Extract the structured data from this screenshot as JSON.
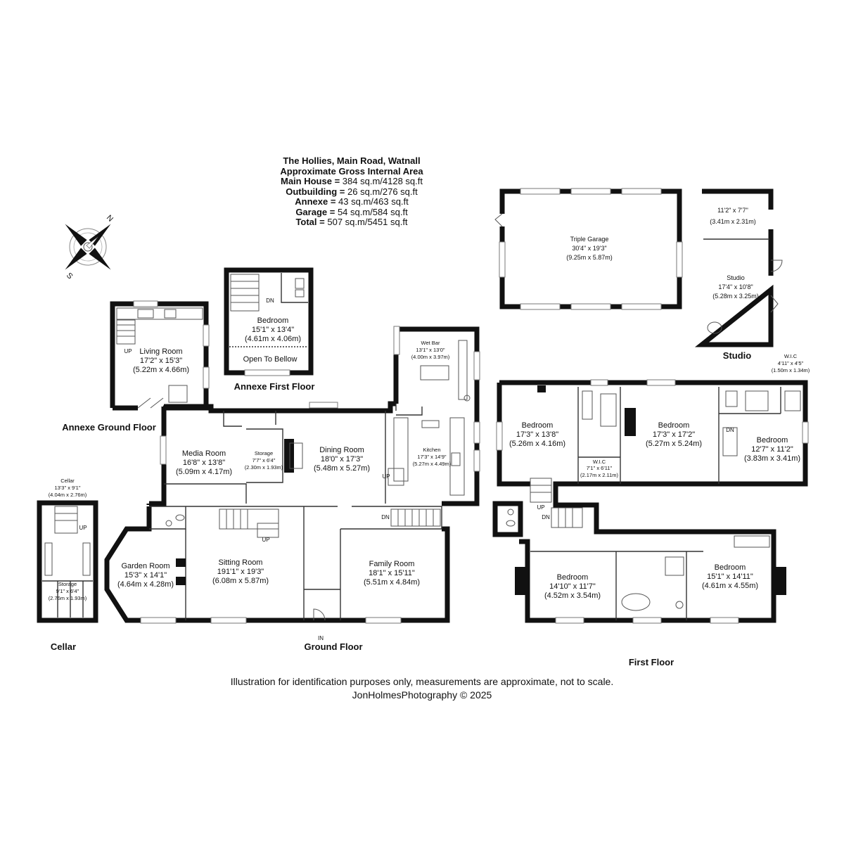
{
  "header": {
    "title": "The Hollies, Main Road, Watnall",
    "subtitle": "Approximate Gross Internal Area",
    "areas": [
      {
        "label": "Main House",
        "value": "384 sq.m/4128 sq.ft"
      },
      {
        "label": "Outbuilding",
        "value": "26 sq.m/276 sq.ft"
      },
      {
        "label": "Annexe",
        "value": "43 sq.m/463 sq.ft"
      },
      {
        "label": "Garage",
        "value": "54 sq.m/584 sq.ft"
      },
      {
        "label": "Total",
        "value": "507 sq.m/5451 sq.ft"
      }
    ]
  },
  "compass": {
    "north": "N",
    "south": "S"
  },
  "floors": {
    "annexe_ground": "Annexe Ground Floor",
    "annexe_first": "Annexe First Floor",
    "cellar": "Cellar",
    "ground": "Ground Floor",
    "first": "First Floor",
    "studio": "Studio"
  },
  "rooms": {
    "living_room": {
      "name": "Living Room",
      "imperial": "17'2\" x 15'3\"",
      "metric": "(5.22m x 4.66m)"
    },
    "annexe_bedroom": {
      "name": "Bedroom",
      "imperial": "15'1\" x 13'4\"",
      "metric": "(4.61m x 4.06m)"
    },
    "open_to_below": {
      "name": "Open To Bellow"
    },
    "media_room": {
      "name": "Media Room",
      "imperial": "16'8\" x 13'8\"",
      "metric": "(5.09m x 4.17m)"
    },
    "storage_ground": {
      "name": "Storage",
      "imperial": "7'7\" x 6'4\"",
      "metric": "(2.30m x 1.93m)"
    },
    "dining_room": {
      "name": "Dining Room",
      "imperial": "18'0\" x 17'3\"",
      "metric": "(5.48m x 5.27m)"
    },
    "wet_bar": {
      "name": "Wet Bar",
      "imperial": "13'1\" x 13'0\"",
      "metric": "(4.00m x 3.97m)"
    },
    "kitchen": {
      "name": "Kitchen",
      "imperial": "17'3\" x 14'9\"",
      "metric": "(5.27m x 4.49m)"
    },
    "garden_room": {
      "name": "Garden Room",
      "imperial": "15'3\" x 14'1\"",
      "metric": "(4.64m x 4.28m)"
    },
    "sitting_room": {
      "name": "Sitting Room",
      "imperial": "191'1\" x 19'3\"",
      "metric": "(6.08m x 5.87m)"
    },
    "family_room": {
      "name": "Family Room",
      "imperial": "18'1\" x 15'11\"",
      "metric": "(5.51m x 4.84m)"
    },
    "cellar": {
      "name": "Cellar",
      "imperial": "13'3\" x 9'1\"",
      "metric": "(4.04m x 2.76m)"
    },
    "cellar_storage": {
      "name": "Storage",
      "imperial": "9'1\" x 6'4\"",
      "metric": "(2.76m x 1.93m)"
    },
    "triple_garage": {
      "name": "Triple Garage",
      "imperial": "30'4\" x 19'3\"",
      "metric": "(9.25m x 5.87m)"
    },
    "studio_small": {
      "imperial": "11'2\" x 7'7\"",
      "metric": "(3.41m x 2.31m)"
    },
    "studio": {
      "name": "Studio",
      "imperial": "17'4\" x 10'8\"",
      "metric": "(5.28m x 3.25m)"
    },
    "first_wic_right": {
      "name": "W.I.C",
      "imperial": "4'11\" x 4'5\"",
      "metric": "(1.50m x 1.34m)"
    },
    "bedroom_1": {
      "name": "Bedroom",
      "imperial": "17'3\" x 13'8\"",
      "metric": "(5.26m x 4.16m)"
    },
    "first_wic": {
      "name": "W.I.C",
      "imperial": "7'1\" x 6'11\"",
      "metric": "(2.17m x 2.11m)"
    },
    "bedroom_2": {
      "name": "Bedroom",
      "imperial": "17'3\" x 17'2\"",
      "metric": "(5.27m x 5.24m)"
    },
    "bedroom_3": {
      "name": "Bedroom",
      "imperial": "12'7\" x 11'2\"",
      "metric": "(3.83m x 3.41m)"
    },
    "bedroom_4": {
      "name": "Bedroom",
      "imperial": "14'10\" x 11'7\"",
      "metric": "(4.52m x 3.54m)"
    },
    "bedroom_5": {
      "name": "Bedroom",
      "imperial": "15'1\" x 14'11\"",
      "metric": "(4.61m x 4.55m)"
    }
  },
  "stairs": {
    "up": "UP",
    "down": "DN",
    "in": "IN"
  },
  "footer": {
    "disclaimer": "Illustration for identification purposes only, measurements are approximate, not to scale.",
    "copyright": "JonHolmesPhotography © 2025"
  }
}
